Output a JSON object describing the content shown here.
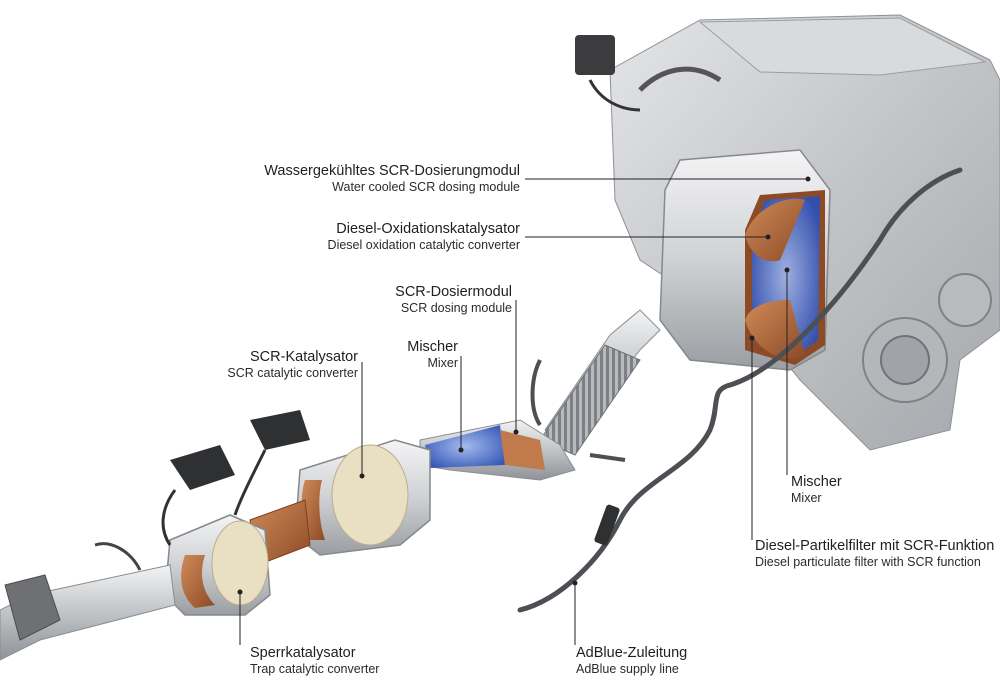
{
  "labels": {
    "water_cooled_scr": {
      "de": "Wassergekühltes SCR-Dosierungmodul",
      "en": "Water cooled SCR dosing module"
    },
    "diesel_oxidation": {
      "de": "Diesel-Oxidationskatalysator",
      "en": "Diesel oxidation catalytic converter"
    },
    "scr_dosing": {
      "de": "SCR-Dosiermodul",
      "en": "SCR dosing module"
    },
    "mixer_left": {
      "de": "Mischer",
      "en": "Mixer"
    },
    "scr_catalyst": {
      "de": "SCR-Katalysator",
      "en": "SCR catalytic converter"
    },
    "trap_catalyst": {
      "de": "Sperrkatalysator",
      "en": "Trap catalytic converter"
    },
    "adblue_line": {
      "de": "AdBlue-Zuleitung",
      "en": "AdBlue supply line"
    },
    "mixer_right": {
      "de": "Mischer",
      "en": "Mixer"
    },
    "dpf_scr": {
      "de": "Diesel-Partikelfilter mit SCR-Funktion",
      "en": "Diesel particulate filter with SCR function"
    }
  },
  "colors": {
    "engine": "#c9cbce",
    "pipe": "#b9bcc0",
    "copper": "#b06a3d",
    "substrate": "#e9dfc3",
    "adblue_mist": "#3f63c9",
    "leader": "#222222"
  }
}
